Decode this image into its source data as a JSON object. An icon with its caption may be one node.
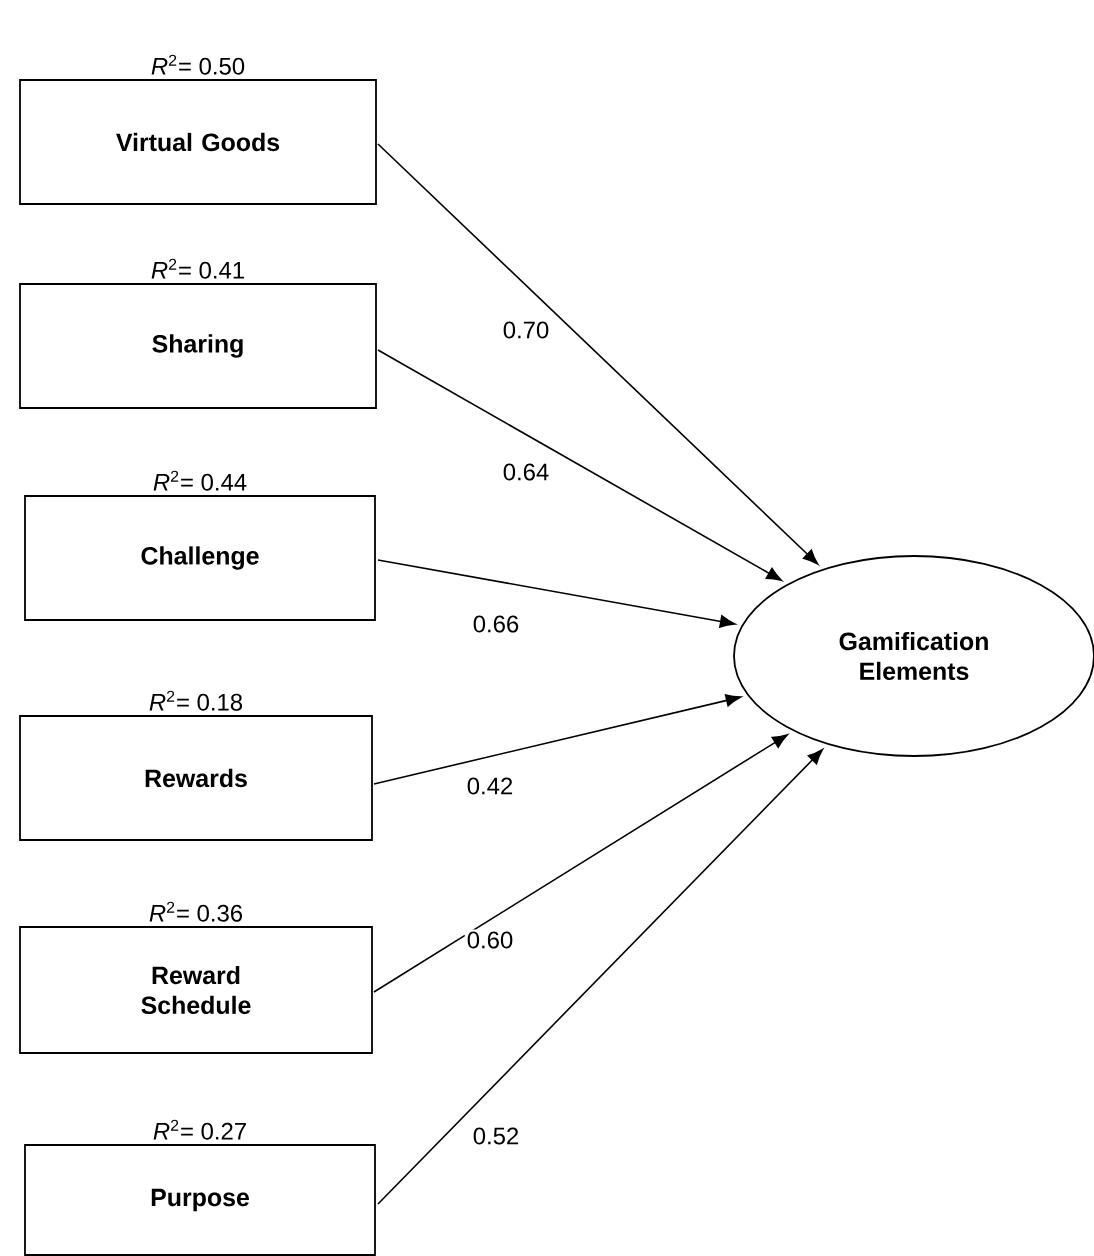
{
  "diagram": {
    "nodes": [
      {
        "text": [
          "Virtual Goods"
        ],
        "beside": [
          "*R*$^{2}$= 0.50"
        ]
      },
      {
        "text": [
          "Sharing"
        ],
        "beside": [
          "*R*$^{2}$= 0.41"
        ]
      },
      {
        "text": [
          "Challenge"
        ],
        "beside": [
          "*R*$^{2}$= 0.44"
        ]
      },
      {
        "text": [
          "Rewards"
        ],
        "beside": [
          "*R*$^{2}$= 0.18"
        ]
      },
      {
        "text": [
          "Reward Schedule"
        ],
        "beside": [
          "*R*$^{2}$= 0.36"
        ]
      },
      {
        "text": [
          "Purpose"
        ],
        "beside": [
          "*R*$^{2}$= 0.27"
        ]
      },
      {
        "text": [
          "Gamification Elements"
        ]
      }
    ],
    "edges": [
      {
        "from": 0,
        "to": 6,
        "arrow": "to",
        "label": "0.70"
      },
      {
        "from": 1,
        "to": 6,
        "arrow": "to",
        "label": "0.64"
      },
      {
        "from": 2,
        "to": 6,
        "arrow": "to",
        "label": "0.66"
      },
      {
        "from": 3,
        "to": 6,
        "arrow": "to",
        "label": "0.42"
      },
      {
        "from": 4,
        "to": 6,
        "arrow": "to",
        "label": "0.60"
      },
      {
        "from": 5,
        "to": 6,
        "arrow": "to",
        "label": "0.52"
      }
    ]
  }
}
